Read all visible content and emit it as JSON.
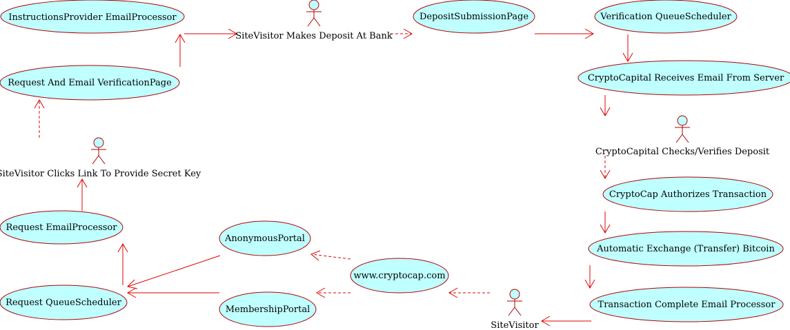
{
  "diagram": {
    "nodes": [
      {
        "id": "instructions",
        "label": "InstructionsProvider EmailProcessor"
      },
      {
        "id": "request_verification",
        "label": "Request And Email VerificationPage"
      },
      {
        "id": "deposit_page",
        "label": "DepositSubmissionPage"
      },
      {
        "id": "verification_queue",
        "label": "Verification QueueScheduler"
      },
      {
        "id": "receives_email",
        "label": "CryptoCapital Receives Email From Server"
      },
      {
        "id": "authorizes",
        "label": "CryptoCap Authorizes Transaction"
      },
      {
        "id": "exchange",
        "label": "Automatic Exchange (Transfer) Bitcoin"
      },
      {
        "id": "complete_email",
        "label": "Transaction Complete Email Processor"
      },
      {
        "id": "www",
        "label": "www.cryptocap.com"
      },
      {
        "id": "anonymous",
        "label": "AnonymousPortal"
      },
      {
        "id": "membership",
        "label": "MembershipPortal"
      },
      {
        "id": "request_email",
        "label": "Request EmailProcessor"
      },
      {
        "id": "request_queue",
        "label": "Request QueueScheduler"
      }
    ],
    "actors": [
      {
        "id": "sv_deposit",
        "label": "SiteVisitor Makes Deposit At Bank"
      },
      {
        "id": "cc_checks",
        "label": "CryptoCapital Checks/Verifies Deposit"
      },
      {
        "id": "sv_link",
        "label": "SiteVisitor Clicks Link To Provide Secret Key"
      },
      {
        "id": "sv",
        "label": "SiteVisitor"
      }
    ],
    "edges": [
      {
        "from": "request_verification",
        "to": "instructions",
        "style": "solid"
      },
      {
        "from": "instructions",
        "to": "sv_deposit",
        "style": "solid"
      },
      {
        "from": "sv_deposit",
        "to": "deposit_page",
        "style": "dashed"
      },
      {
        "from": "deposit_page",
        "to": "verification_queue",
        "style": "solid"
      },
      {
        "from": "verification_queue",
        "to": "receives_email",
        "style": "solid"
      },
      {
        "from": "receives_email",
        "to": "cc_checks",
        "style": "solid"
      },
      {
        "from": "cc_checks",
        "to": "authorizes",
        "style": "dashed"
      },
      {
        "from": "authorizes",
        "to": "exchange",
        "style": "solid"
      },
      {
        "from": "exchange",
        "to": "complete_email",
        "style": "solid"
      },
      {
        "from": "complete_email",
        "to": "sv",
        "style": "solid"
      },
      {
        "from": "sv",
        "to": "www",
        "style": "dashed"
      },
      {
        "from": "www",
        "to": "anonymous",
        "style": "dashed"
      },
      {
        "from": "www",
        "to": "membership",
        "style": "dashed"
      },
      {
        "from": "anonymous",
        "to": "request_queue",
        "style": "solid"
      },
      {
        "from": "membership",
        "to": "request_queue",
        "style": "solid"
      },
      {
        "from": "request_queue",
        "to": "request_email",
        "style": "solid"
      },
      {
        "from": "request_email",
        "to": "sv_link",
        "style": "solid"
      },
      {
        "from": "sv_link",
        "to": "request_verification",
        "style": "dashed"
      }
    ]
  },
  "colors": {
    "node_fill": "#c0ffff",
    "node_stroke": "#b00000",
    "arrow": "#dd0000"
  }
}
